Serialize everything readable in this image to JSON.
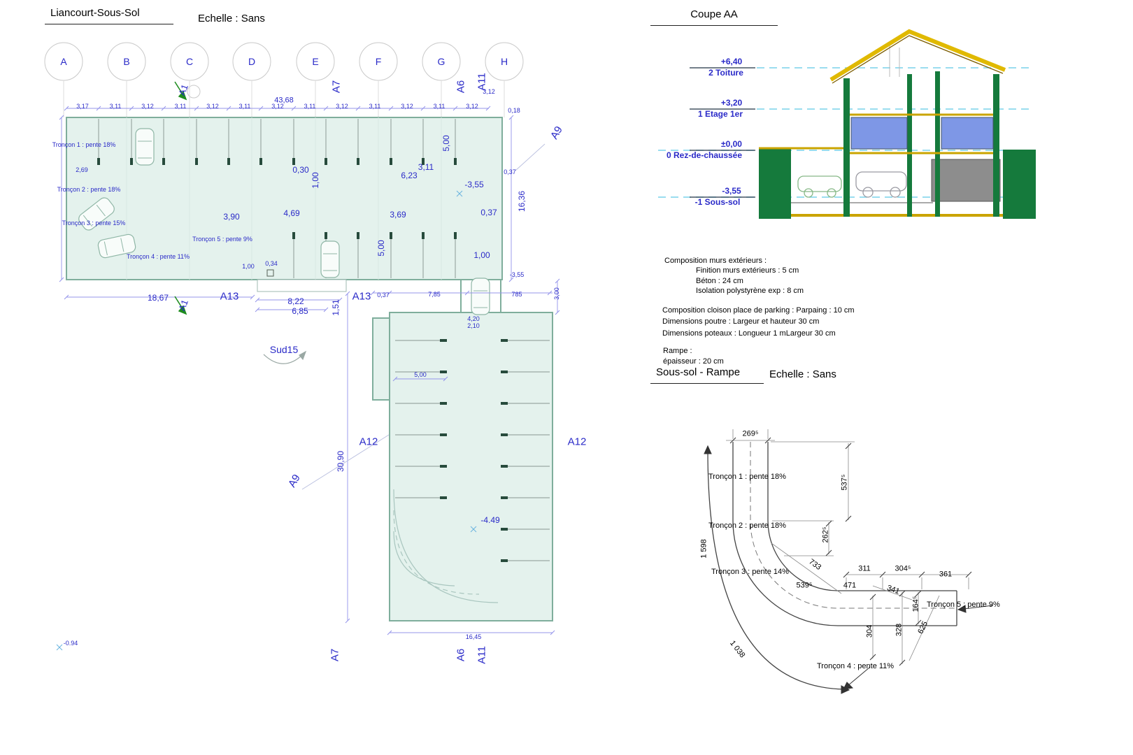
{
  "plan": {
    "title": "Liancourt-Sous-Sol",
    "scale": "Echelle : Sans",
    "grid": [
      "A",
      "B",
      "C",
      "D",
      "E",
      "F",
      "G",
      "H"
    ],
    "top_dims": [
      "3,17",
      "3,11",
      "3,12",
      "3,11",
      "3,12",
      "3,11",
      "3,12",
      "3,11",
      "3,12",
      "3,11",
      "3,12",
      "3,11",
      "3,12"
    ],
    "dims": {
      "total": "43,68",
      "t312": "3,12",
      "t018": "0,18",
      "d269": "2,69",
      "d030": "0,30",
      "d100": "1,00",
      "d623": "6,23",
      "d311": "3,11",
      "m355": "-3,55",
      "d500": "5,00",
      "d1636": "16,36",
      "d037": "0,37",
      "d390": "3,90",
      "d469": "4,69",
      "d369": "3,69",
      "d034": "0,34",
      "d1867": "18,67",
      "d822": "8,22",
      "d685": "6,85",
      "d151": "1,51",
      "d785": "7,85",
      "n785": "785",
      "d300": "3,00",
      "d420": "4,20",
      "d210": "2,10",
      "d3090": "30,90",
      "m449": "-4.49",
      "d1645": "16,45",
      "m094": "-0.94"
    },
    "troncons": [
      "Tronçon 1 : pente 18%",
      "Tronçon 2 : pente 18%",
      "Tronçon 3 : pente 15%",
      "Tronçon 5 : pente 9%",
      "Tronçon 4 : pente 11%"
    ],
    "refs": {
      "a1": "A1",
      "a6": "A6",
      "a7": "A7",
      "a9": "A9",
      "a11": "A11",
      "a12": "A12",
      "a13": "A13",
      "sud": "Sud15"
    }
  },
  "coupe": {
    "title": "Coupe AA",
    "levels": [
      {
        "elev": "+6,40",
        "name": "2 Toiture"
      },
      {
        "elev": "+3,20",
        "name": "1 Etage 1er"
      },
      {
        "elev": "±0,00",
        "name": "0 Rez-de-chaussée"
      },
      {
        "elev": "-3,55",
        "name": "-1 Sous-sol"
      }
    ]
  },
  "notes": {
    "l1": "Composition murs extérieurs :",
    "l2": "Finition murs extérieurs : 5 cm",
    "l3": "Béton : 24 cm",
    "l4": "Isolation polystyrène exp : 8 cm",
    "l5": "Composition cloison place de parking :  Parpaing : 10 cm",
    "l6": "Dimensions poutre : Largeur et hauteur 30 cm",
    "l7": "Dimensions poteaux : Longueur 1 mLargeur 30 cm",
    "l8": "Rampe :",
    "l9": "épaisseur : 20 cm"
  },
  "ramp": {
    "title": "Sous-sol - Rampe",
    "scale": "Echelle : Sans",
    "troncons": [
      "Tronçon 1 : pente 18%",
      "Tronçon 2 : pente 18%",
      "Tronçon 3 :  pente 14%",
      "Tronçon 5 : pente 9%",
      "Tronçon 4 : pente 11%"
    ],
    "dims": {
      "r2695": "269⁵",
      "r5375": "537⁵",
      "r2625": "262⁵",
      "r1598": "1 598",
      "r733": "733",
      "r311": "311",
      "r3045": "304⁵",
      "r361": "361",
      "r5395": "539⁵",
      "r471": "471",
      "r341": "341",
      "r1645": "164⁵",
      "r304": "304",
      "r328": "328",
      "r625": "625",
      "r1038": "1 038"
    }
  }
}
